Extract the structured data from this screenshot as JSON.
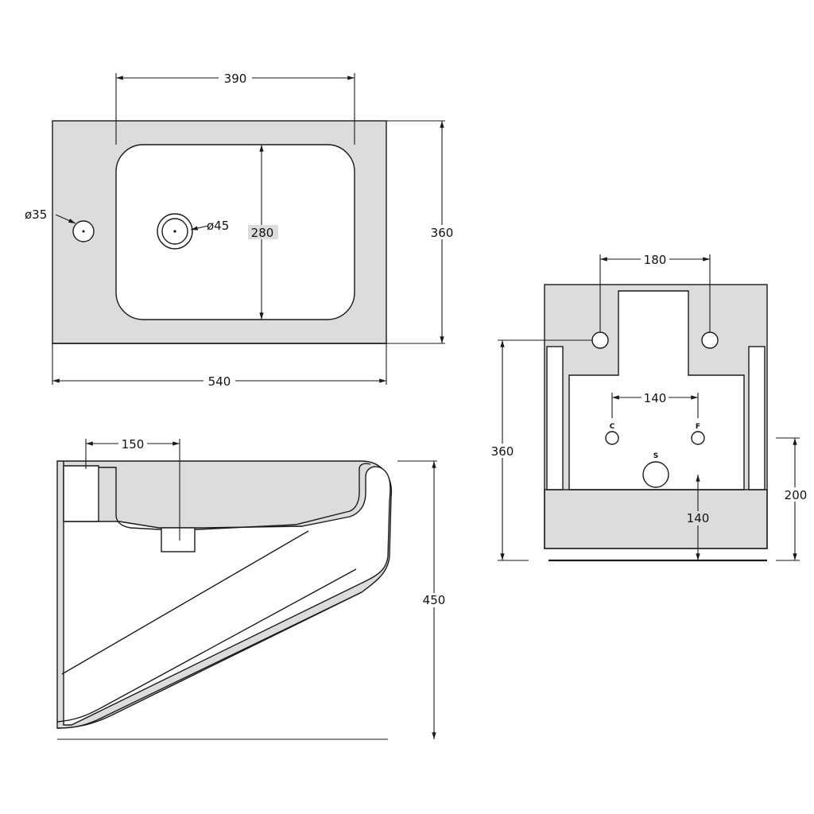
{
  "top_view": {
    "dim_bowl_width": "390",
    "dim_bowl_depth": "280",
    "dim_total_depth": "360",
    "dim_total_width": "540",
    "tap_hole_diameter": "ø35",
    "drain_diameter": "ø45"
  },
  "side_view": {
    "dim_drain_offset": "150",
    "dim_height": "450"
  },
  "back_view": {
    "dim_mount_spacing": "180",
    "dim_supply_spacing": "140",
    "dim_height": "360",
    "dim_outlet_height": "200",
    "dim_outlet_from_bottom": "140",
    "label_cold": "C",
    "label_hot": "F",
    "label_waste": "S"
  }
}
